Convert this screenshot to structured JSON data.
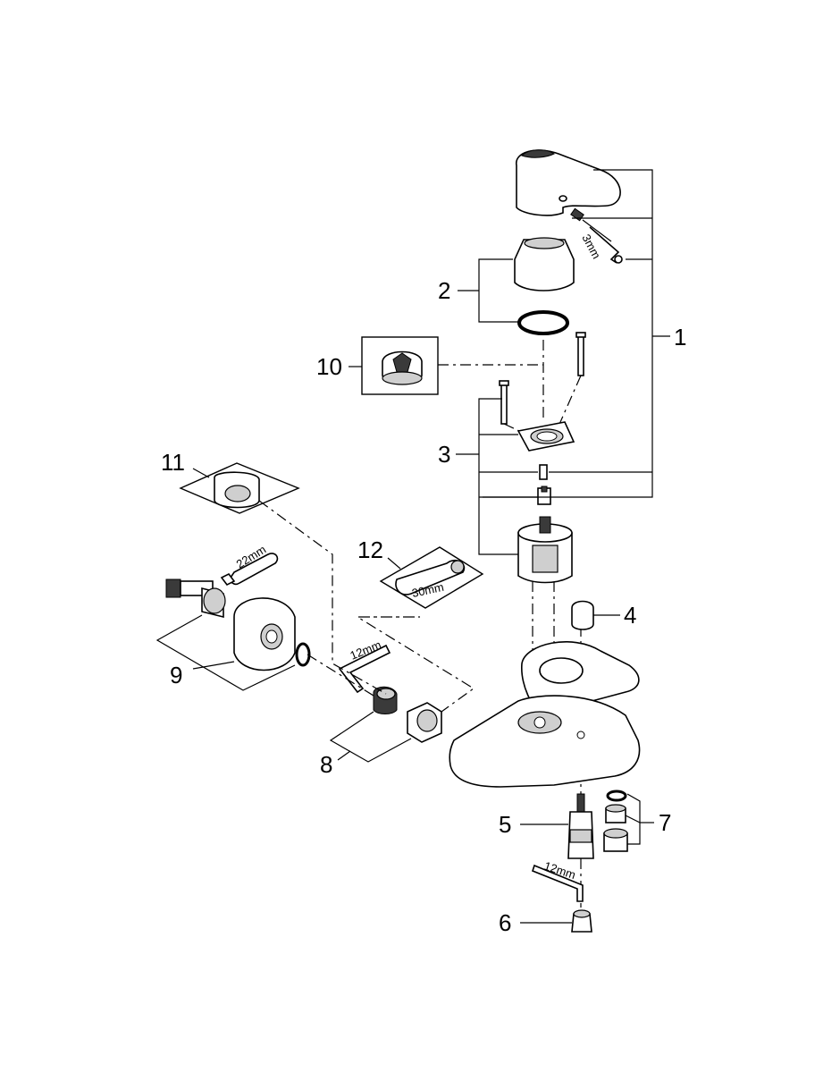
{
  "diagram": {
    "callouts": {
      "c1": "1",
      "c2": "2",
      "c3": "3",
      "c4": "4",
      "c5": "5",
      "c6": "6",
      "c7": "7",
      "c8": "8",
      "c9": "9",
      "c10": "10",
      "c11": "11",
      "c12": "12"
    },
    "tool_sizes": {
      "hex_key_top": "3mm",
      "wrench_22": "22mm",
      "wrench_30": "30mm",
      "hex_key_left": "12mm",
      "hex_key_bottom": "12mm"
    }
  }
}
